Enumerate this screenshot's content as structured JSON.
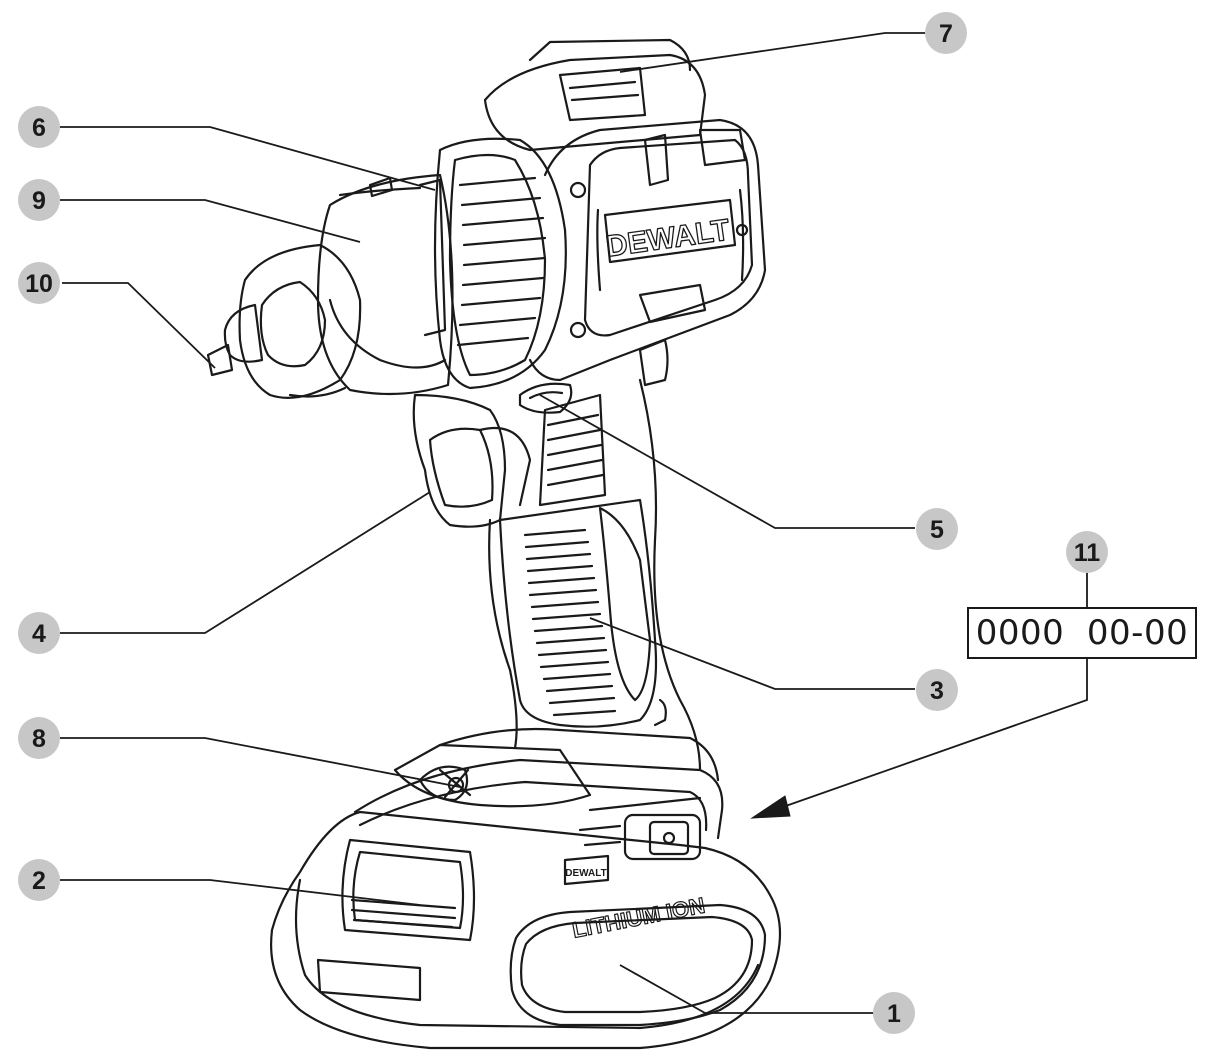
{
  "callouts": [
    {
      "id": "callout-1",
      "label": "1"
    },
    {
      "id": "callout-2",
      "label": "2"
    },
    {
      "id": "callout-3",
      "label": "3"
    },
    {
      "id": "callout-4",
      "label": "4"
    },
    {
      "id": "callout-5",
      "label": "5"
    },
    {
      "id": "callout-6",
      "label": "6"
    },
    {
      "id": "callout-7",
      "label": "7"
    },
    {
      "id": "callout-8",
      "label": "8"
    },
    {
      "id": "callout-9",
      "label": "9"
    },
    {
      "id": "callout-10",
      "label": "10"
    },
    {
      "id": "callout-11",
      "label": "11"
    }
  ],
  "date_code": "0000  00-00",
  "drill": {
    "brand_text": "DEWALT",
    "battery_text": "LITHIUM ION",
    "battery_brand_text": "DEWALT"
  },
  "colors": {
    "line": "#1a1a1a",
    "callout_fill": "#c7c7c7",
    "background": "#ffffff"
  }
}
